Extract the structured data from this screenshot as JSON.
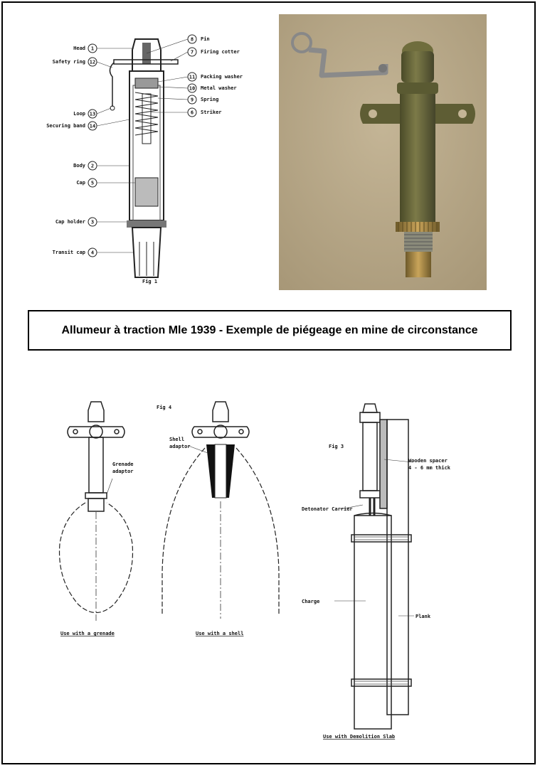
{
  "title": "Allumeur à traction Mle 1939 - Exemple de piégeage en mine de circonstance",
  "fig1": {
    "caption": "Fig 1",
    "left_labels": [
      {
        "text": "Head",
        "num": "1"
      },
      {
        "text": "Safety ring",
        "num": "12"
      },
      {
        "text": "Loop",
        "num": "13"
      },
      {
        "text": "Securing band",
        "num": "14"
      },
      {
        "text": "Body",
        "num": "2"
      },
      {
        "text": "Cap",
        "num": "5"
      },
      {
        "text": "Cap holder",
        "num": "3"
      },
      {
        "text": "Transit cap",
        "num": "4"
      }
    ],
    "right_labels": [
      {
        "text": "Pin",
        "num": "8"
      },
      {
        "text": "Firing cotter",
        "num": "7"
      },
      {
        "text": "Packing washer",
        "num": "11"
      },
      {
        "text": "Metal washer",
        "num": "10"
      },
      {
        "text": "Spring",
        "num": "9"
      },
      {
        "text": "Striker",
        "num": "6"
      }
    ]
  },
  "fig4": {
    "caption": "Fig 4",
    "grenade_adaptor": "Grenade\nadaptor",
    "grenade_adaptor_l1": "Grenade",
    "grenade_adaptor_l2": "adaptor",
    "shell_adaptor_l1": "Shell",
    "shell_adaptor_l2": "adaptor",
    "use_grenade": "Use with a grenade",
    "use_shell": "Use with a shell"
  },
  "fig3": {
    "caption": "Fig 3",
    "spacer_l1": "Wooden spacer",
    "spacer_l2": "4 - 6 mm thick",
    "detonator": "Detonator Carrier",
    "charge": "Charge",
    "plank": "Plank",
    "use_slab": "Use with Demolition Slab"
  },
  "colors": {
    "photo_bg": "#b8a98c",
    "olive": "#6b6a3c"
  }
}
